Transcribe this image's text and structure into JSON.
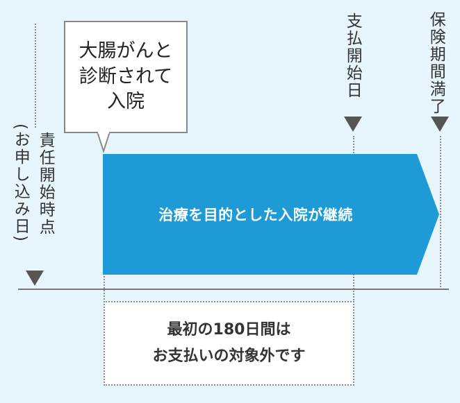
{
  "markers": {
    "start_line1": "責任開始時点",
    "start_line2": "(お申し込み日)",
    "payment_start": "支払開始日",
    "coverage_end": "保険期間満了"
  },
  "callout": {
    "text": "大腸がんと\n診断されて\n入院"
  },
  "arrow": {
    "label": "治療を目的とした入院が継続"
  },
  "excluded_period": {
    "text": "最初の180日間は\nお支払いの対象外です"
  },
  "colors": {
    "background": "#e6f6fc",
    "arrow": "#1e9bd7",
    "marker_triangle": "#555555",
    "axis_line": "#777777"
  },
  "icons": {
    "marker": "triangle-down-icon"
  }
}
